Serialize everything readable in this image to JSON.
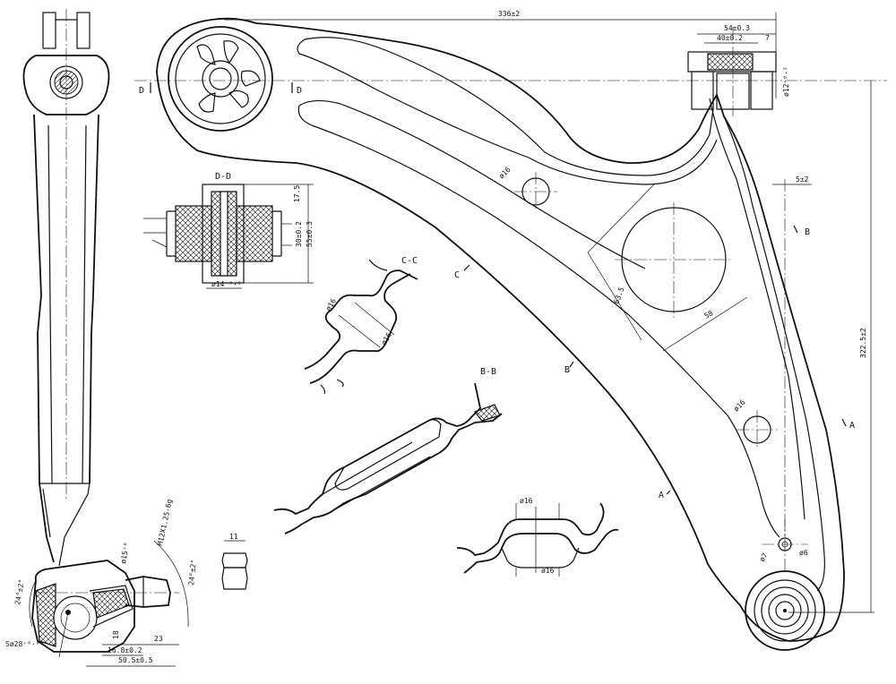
{
  "colors": {
    "line": "#111111",
    "paper": "#ffffff"
  },
  "sections": {
    "dd": "D-D",
    "cc": "C-C",
    "bb": "B-B",
    "cut_letters": {
      "a": "A",
      "b": "B",
      "c": "C",
      "d": "D"
    }
  },
  "dimensions": {
    "overall_width": "336±2",
    "overall_height": "322.5±2",
    "bush_54": "54±0.3",
    "bush_40": "40±0.2",
    "bush_7": "7",
    "bush_dia": "ø12⁺⁰·²",
    "offset_5": "5±2",
    "hole_16_top": "ø16",
    "hole_16_bottom": "ø16",
    "cutout_635": "63.5",
    "cutout_58": "58",
    "ball_pin_dia1": "ø7",
    "ball_pin_dia2": "ø6",
    "dd_175": "17.5",
    "dd_30": "30±0.2",
    "dd_55": "55±0.3",
    "dd_14": "ø14⁺⁰·²",
    "cc_16a": "ø16",
    "cc_16b": "ø16",
    "bb_16a": "ø16",
    "bb_16b": "ø16",
    "thread": "M12X1.25-6g",
    "joint_15": "ø15⁺⁰",
    "joint_18": "18",
    "joint_23": "23",
    "joint_168": "16.8±0.2",
    "joint_505": "50.5±0.5",
    "sphere": "Sø28⁺⁰·⁰³",
    "angle_left": "24°±2°",
    "angle_right": "24°±2°",
    "nut_11": "11"
  }
}
